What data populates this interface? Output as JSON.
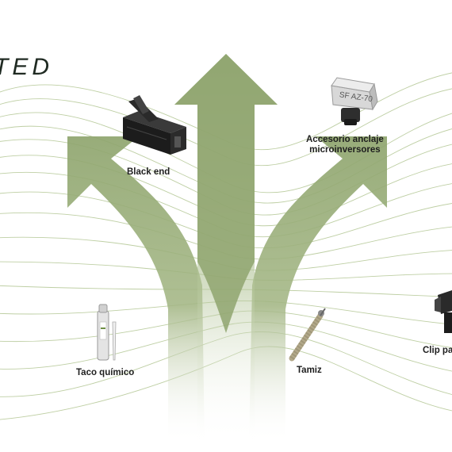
{
  "brand": {
    "logo_text": "TED"
  },
  "colors": {
    "arrow": "#8fa56e",
    "arrow_light": "#b9c99c",
    "lines": "#a9bf86",
    "label_text": "#1e1e1e"
  },
  "products": [
    {
      "label": "Black end",
      "icon": "black-end-profile-icon"
    },
    {
      "label": "Accesorio anclaje microinversores",
      "line1": "Accesorio anclaje",
      "line2": "microinversores",
      "icon": "microinverter-anchor-icon"
    },
    {
      "label": "Taco químico",
      "icon": "chemical-anchor-cartridge-icon"
    },
    {
      "label": "Tamiz",
      "icon": "mesh-sleeve-icon"
    },
    {
      "label": "Clip pa",
      "icon": "clip-icon"
    }
  ]
}
